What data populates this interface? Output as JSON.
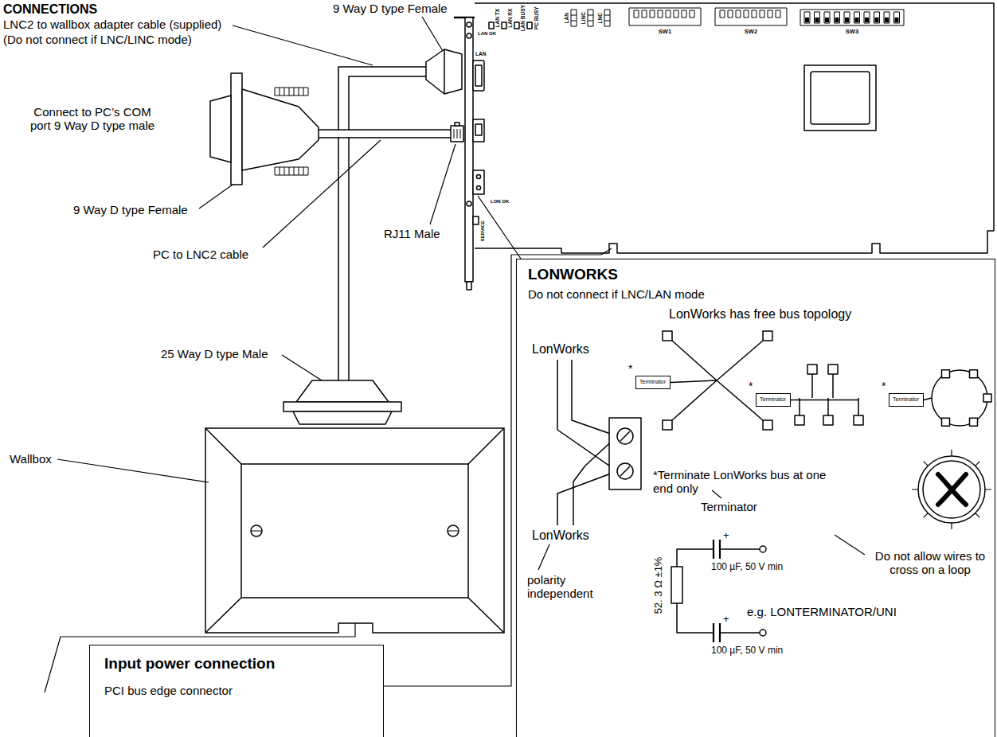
{
  "diagram": {
    "title": "CONNECTIONS",
    "nodes": [
      {
        "text": [
          "LONWORKS",
          "Do not connect if LNC/LAN mode"
        ]
      },
      {
        "text": [
          "Terminator"
        ],
        "in": 0
      },
      {
        "text": [
          "Terminator"
        ],
        "in": 0
      },
      {
        "text": [
          "Terminator"
        ],
        "in": 0
      },
      {
        "text": [
          "Input power connection",
          "PCI bus edge connector"
        ]
      }
    ],
    "labels": [
      "9 Way D type Female",
      "LNC2 to wallbox adapter cable (supplied)",
      "(Do not connect if LNC/LINC mode)",
      "LAN TX",
      "LAN RX",
      "LAN BUSY",
      "PC BUSY",
      "LAN",
      "LINC",
      "LNC",
      "SW1",
      "SW2",
      "SW3",
      "LAN OK",
      "LAN",
      "Connect to PC’s COM port 9 Way D type male",
      "9 Way D type Female",
      "PC to LNC2 cable",
      "RJ11 Male",
      "LON OK",
      "SERVICE",
      "25 Way D type Male",
      "Wallbox",
      "LonWorks has free bus topology",
      "LonWorks",
      "*",
      "*",
      "*",
      "*Terminate LonWorks bus at one end only",
      "Terminator",
      "LonWorks",
      "52. 3 Ω ±1%",
      "+",
      "100 µF, 50 V min",
      "polarity independent",
      "Do not allow wires to cross on a loop",
      "e.g. LONTERMINATOR/UNI",
      "+",
      "100 µF, 50 V min"
    ]
  }
}
